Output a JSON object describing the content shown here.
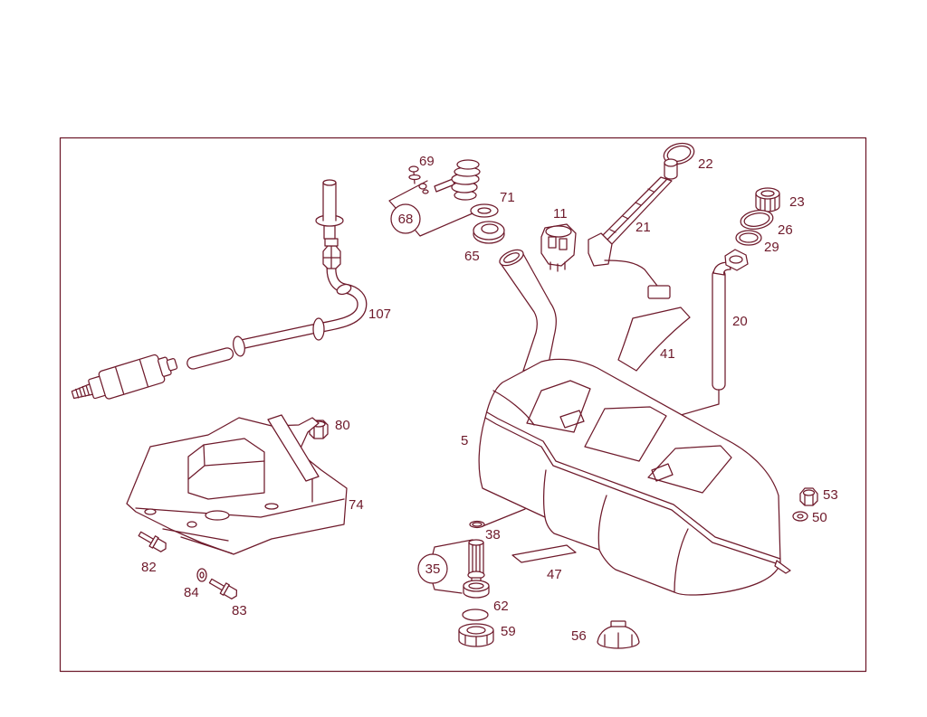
{
  "callouts": [
    "69",
    "68",
    "71",
    "65",
    "11",
    "22",
    "21",
    "23",
    "26",
    "29",
    "20",
    "41",
    "107",
    "80",
    "5",
    "74",
    "82",
    "84",
    "83",
    "38",
    "35",
    "62",
    "59",
    "56",
    "47",
    "53",
    "50"
  ],
  "colors": {
    "ink": "#6e1a2b",
    "background": "#ffffff"
  }
}
